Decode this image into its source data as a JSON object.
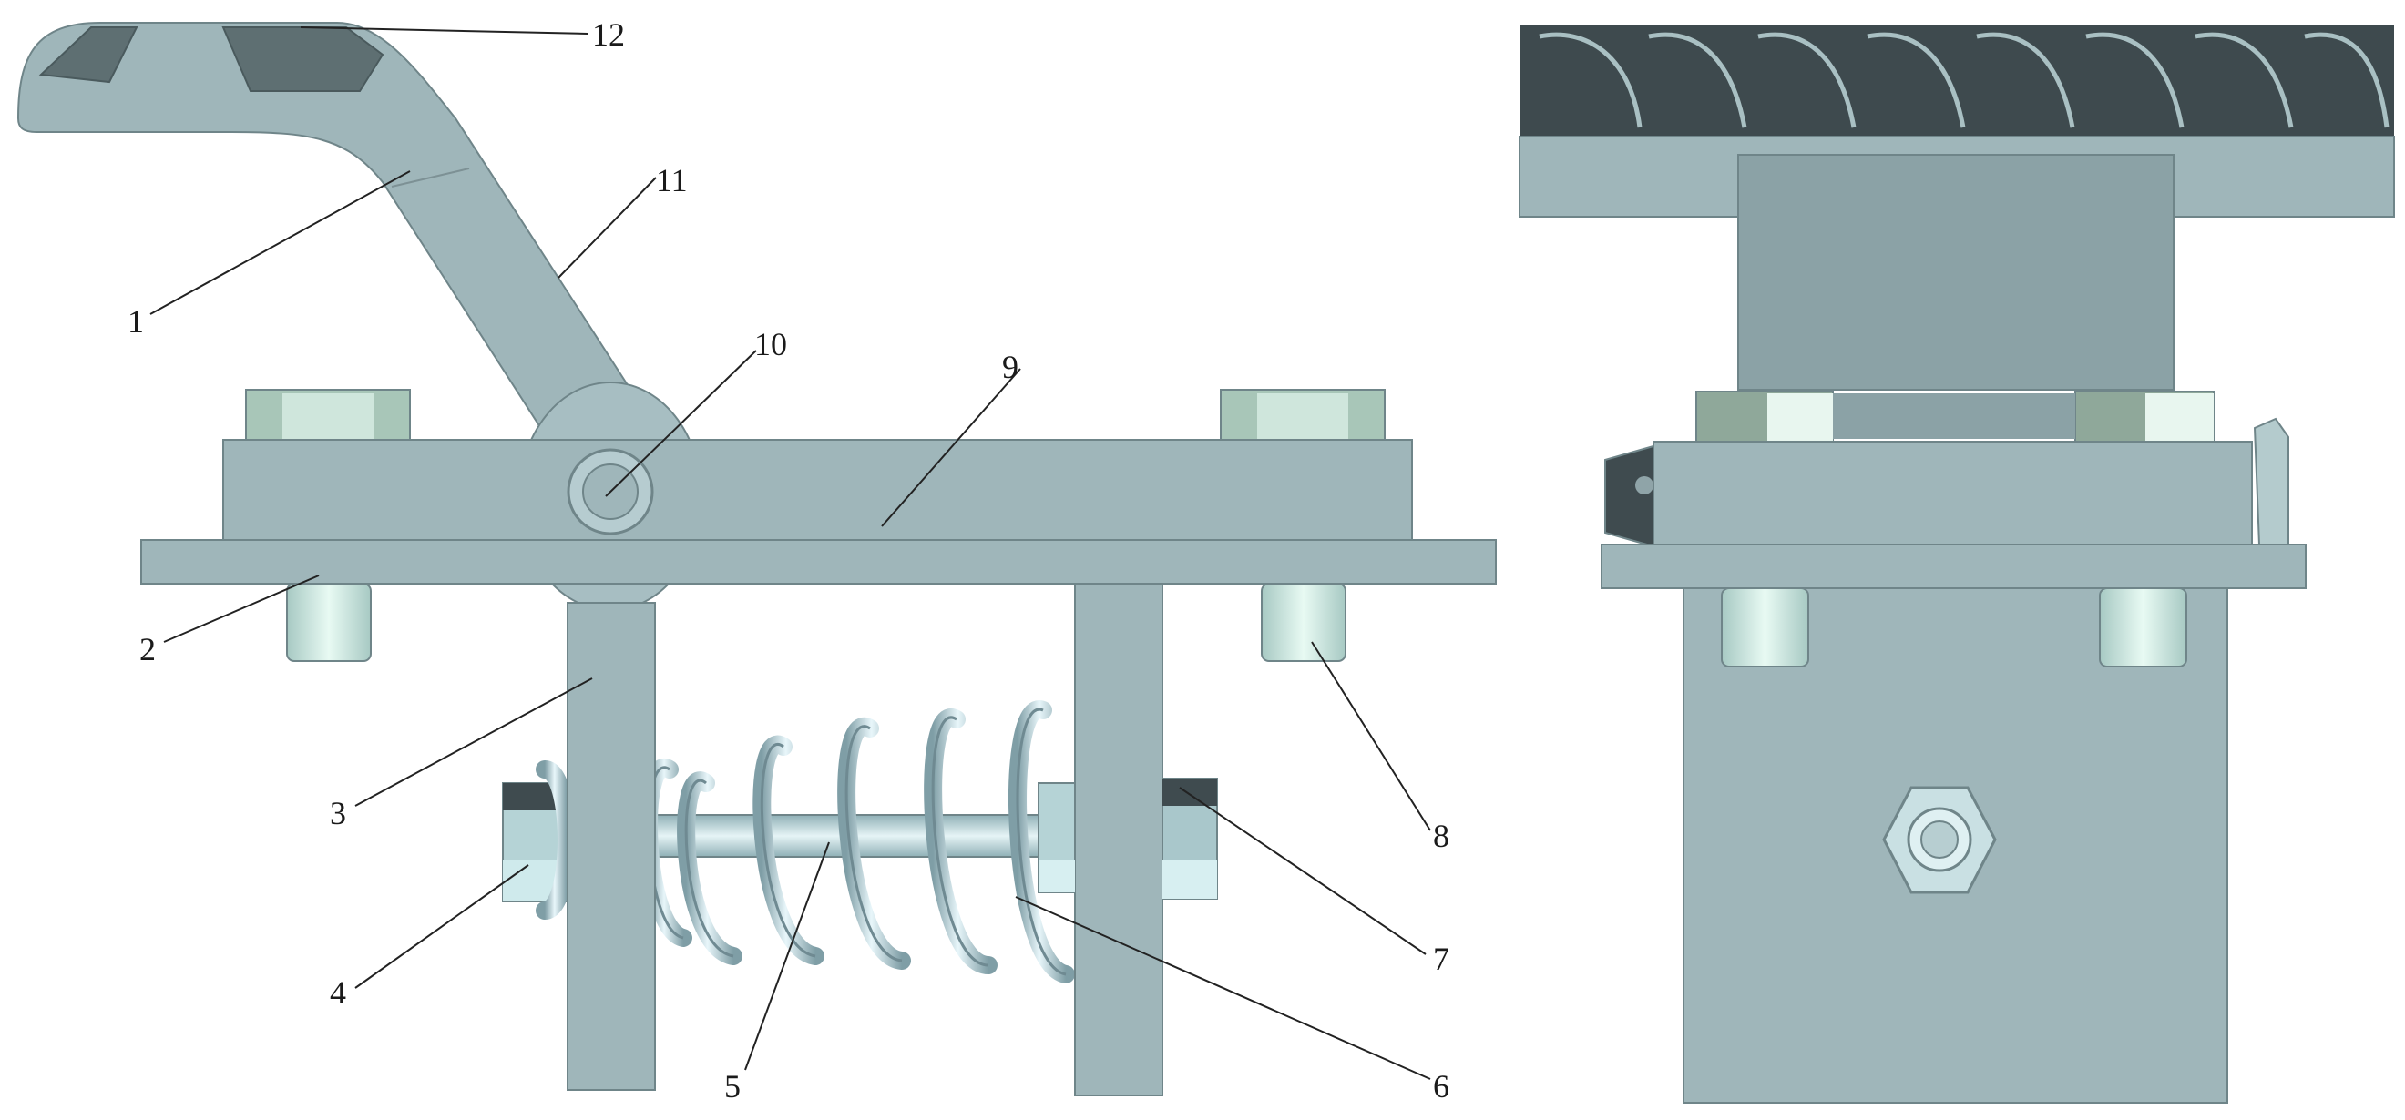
{
  "figure": {
    "left_view": {
      "callouts": [
        {
          "id": "1",
          "label": "1"
        },
        {
          "id": "2",
          "label": "2"
        },
        {
          "id": "3",
          "label": "3"
        },
        {
          "id": "4",
          "label": "4"
        },
        {
          "id": "5",
          "label": "5"
        },
        {
          "id": "6",
          "label": "6"
        },
        {
          "id": "7",
          "label": "7"
        },
        {
          "id": "8",
          "label": "8"
        },
        {
          "id": "9",
          "label": "9"
        },
        {
          "id": "10",
          "label": "10"
        },
        {
          "id": "11",
          "label": "11"
        },
        {
          "id": "12",
          "label": "12"
        }
      ]
    },
    "colors": {
      "metal": "#9fb6ba",
      "metal_dark": "#8ea6aa",
      "metal_light": "#c8e2de",
      "outline": "#6f8589",
      "tread_dark": "#3e4a4e",
      "background": "#ffffff"
    }
  }
}
